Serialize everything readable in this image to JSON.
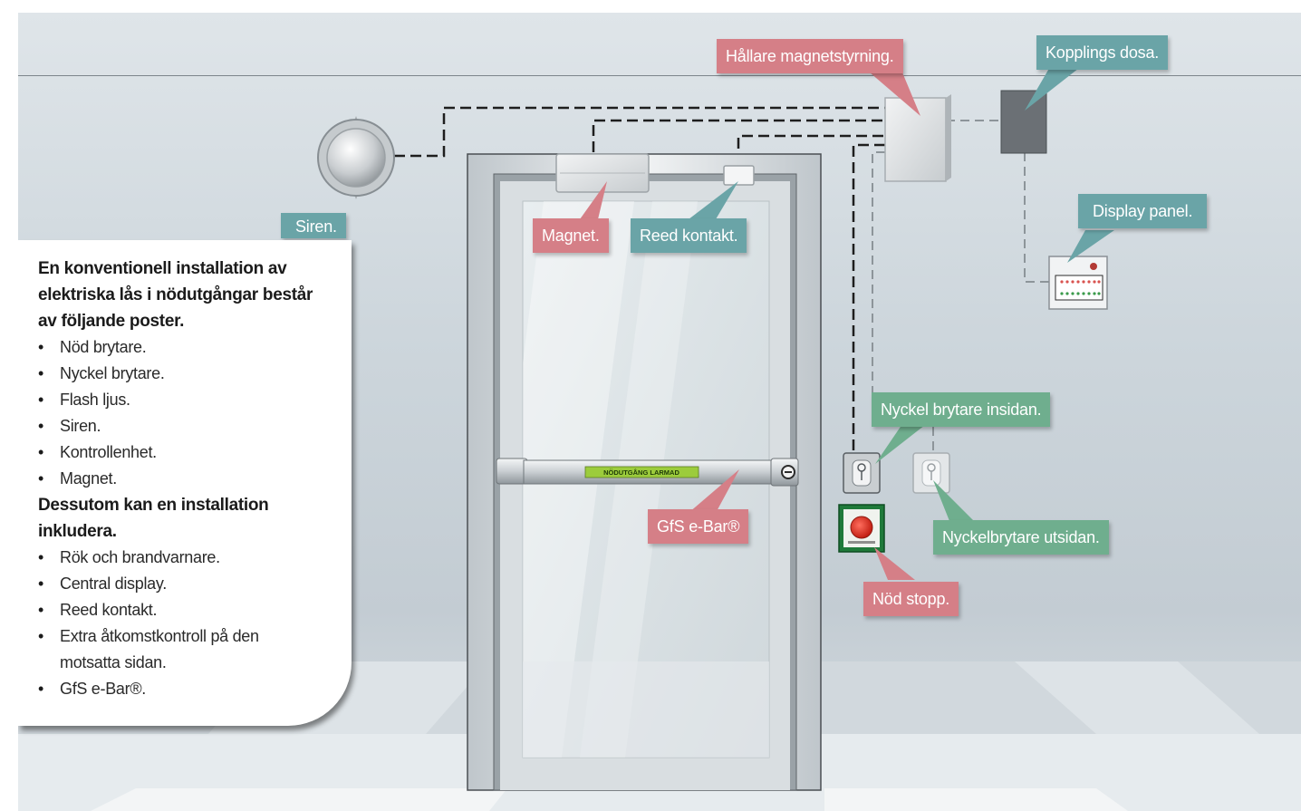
{
  "labels": {
    "holder": "Hållare magnetstyrning.",
    "junction": "Kopplings dosa.",
    "siren": "Siren.",
    "magnet": "Magnet.",
    "reed": "Reed kontakt.",
    "display_panel": "Display panel.",
    "key_inside": "Nyckel brytare insidan.",
    "key_outside": "Nyckelbrytare utsidan.",
    "ebar": "GfS e-Bar®",
    "emergency_stop": "Nöd stopp."
  },
  "ebar_sign": "NÖDUTGÅNG LARMAD",
  "info": {
    "heading_1": "En konventionell installation av elektriska lås i nödutgångar består av följande poster.",
    "items_1": [
      "Nöd brytare.",
      "Nyckel brytare.",
      "Flash ljus.",
      "Siren.",
      "Kontrollenhet.",
      "Magnet."
    ],
    "heading_2": "Dessutom kan en installation inkludera.",
    "items_2": [
      "Rök och brandvarnare.",
      "Central display.",
      "Reed kontakt.",
      "Extra åtkomstkontroll på den motsatta sidan.",
      "GfS e-Bar®."
    ]
  },
  "colors": {
    "label_red": "#d57f87",
    "label_teal": "#6aa4a7",
    "label_green": "#6fae8e",
    "wall": "#cdd6dc",
    "stop_button": "#e23b2e",
    "ebar_sign": "#9ccc3c"
  },
  "icons": [
    "siren-icon",
    "magnet-icon",
    "reed-contact-icon",
    "control-box-icon",
    "junction-box-icon",
    "display-panel-icon",
    "key-switch-icon",
    "emergency-stop-icon",
    "door-icon",
    "ebar-icon"
  ]
}
